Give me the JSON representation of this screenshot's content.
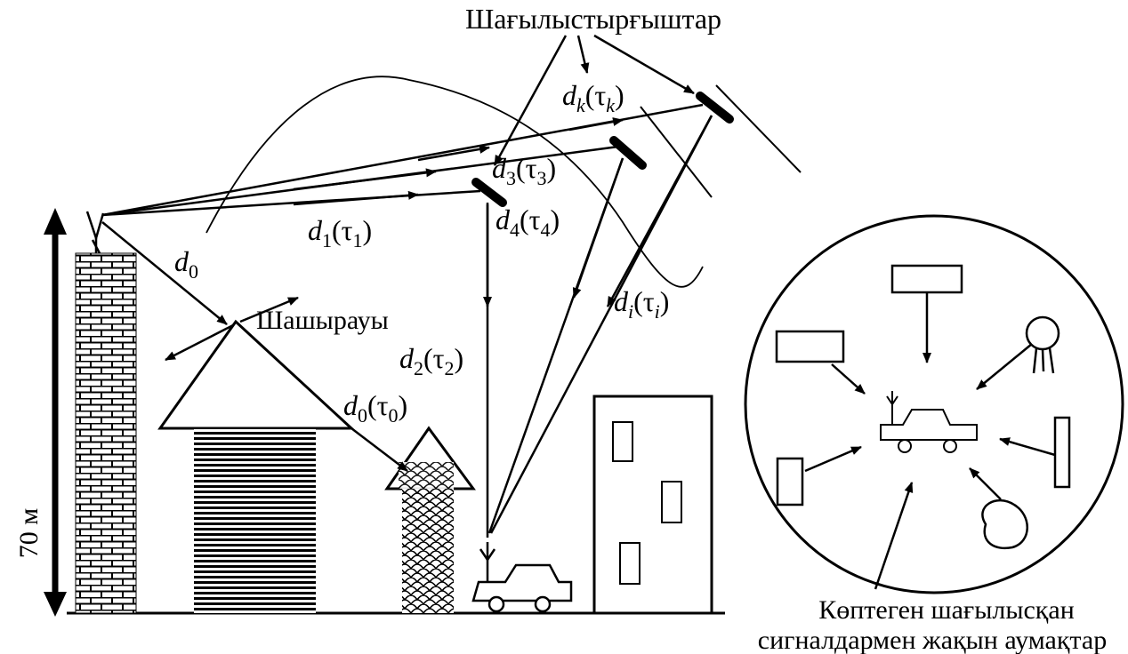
{
  "labels": {
    "reflectors": "Шағылыстырғыштар",
    "scattering": "Шашырауы",
    "height": "70 м",
    "nearby_zones_line1": "Көптеген шағылысқан",
    "nearby_zones_line2": "сигналдармен жақын аумақтар"
  },
  "paths": [
    {
      "d": "d",
      "sub": "0",
      "tau": "",
      "tau_sub": ""
    },
    {
      "d": "d",
      "sub": "0",
      "tau": "τ",
      "tau_sub": "0"
    },
    {
      "d": "d",
      "sub": "1",
      "tau": "τ",
      "tau_sub": "1"
    },
    {
      "d": "d",
      "sub": "2",
      "tau": "τ",
      "tau_sub": "2"
    },
    {
      "d": "d",
      "sub": "3",
      "tau": "τ",
      "tau_sub": "3"
    },
    {
      "d": "d",
      "sub": "4",
      "tau": "τ",
      "tau_sub": "4"
    },
    {
      "d": "d",
      "sub": "k",
      "tau": "τ",
      "tau_sub": "k"
    },
    {
      "d": "d",
      "sub": "i",
      "tau": "τ",
      "tau_sub": "i"
    }
  ]
}
